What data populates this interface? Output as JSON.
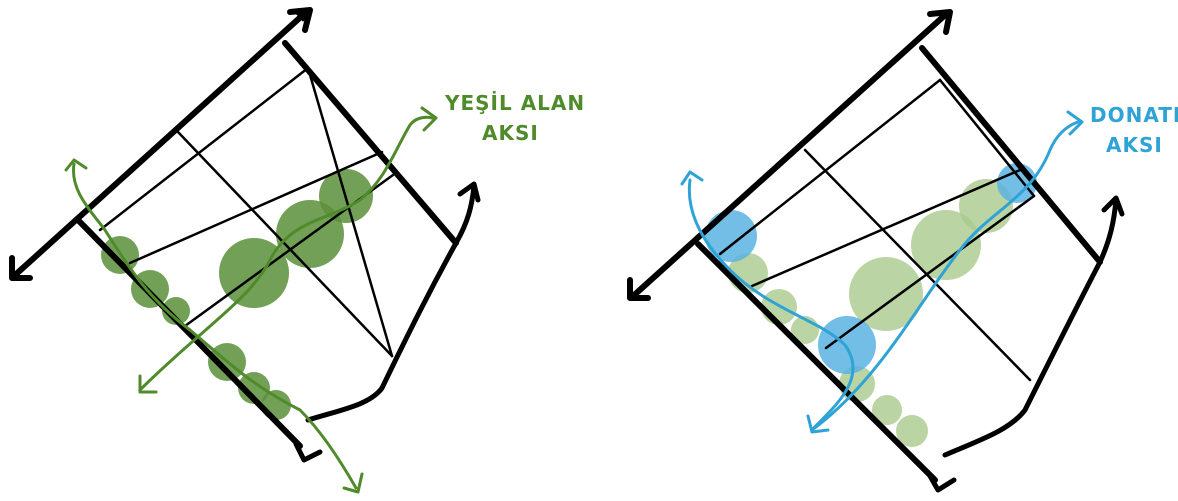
{
  "left_panel": {
    "label_line1": "YEŞİL ALAN",
    "label_line2": "AKSI",
    "accent_color": "#4f8a2b",
    "blob_color": "#5b8f3a"
  },
  "right_panel": {
    "label_line1": "DONATI",
    "label_line2": "AKSI",
    "accent_color": "#2fa3d6",
    "green_blob_color": "#a9c98c",
    "blue_blob_color": "#5ab3e2"
  }
}
